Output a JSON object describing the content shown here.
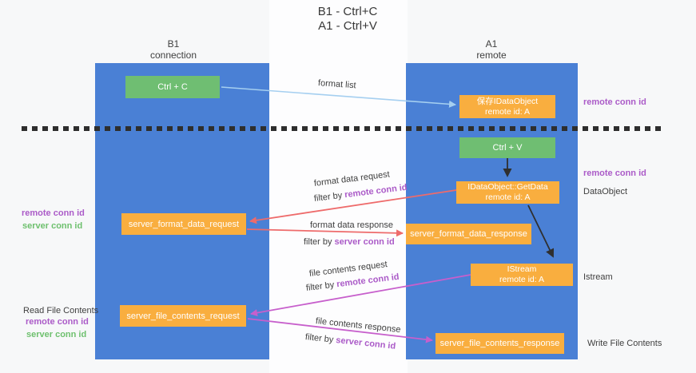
{
  "title": {
    "line1": "B1 - Ctrl+C",
    "line2": "A1 - Ctrl+V"
  },
  "lanes": {
    "left": {
      "name": "B1",
      "role": "connection"
    },
    "right": {
      "name": "A1",
      "role": "remote"
    }
  },
  "boxes": {
    "ctrl_c": {
      "label": "Ctrl + C"
    },
    "ctrl_v": {
      "label": "Ctrl + V"
    },
    "save_dataobject": {
      "line1": "保存IDataObject",
      "line2": "remote id: A"
    },
    "getdata": {
      "line1": "IDataObject::GetData",
      "line2": "remote id: A"
    },
    "istream": {
      "line1": "IStream",
      "line2": "remote id: A"
    },
    "server_format_data_request": {
      "label": "server_format_data_request"
    },
    "server_format_data_response": {
      "label": "server_format_data_response"
    },
    "server_file_contents_request": {
      "label": "server_file_contents_request"
    },
    "server_file_contents_response": {
      "label": "server_file_contents_response"
    }
  },
  "flow_labels": {
    "format_list": "format list",
    "format_data_request": "format data request",
    "format_data_response": "format data response",
    "file_contents_request": "file contents request",
    "file_contents_response": "file contents response",
    "filter_by": "filter by ",
    "remote_conn_id": "remote conn id",
    "server_conn_id": "server conn id"
  },
  "side_labels": {
    "remote_conn_id_top_right": "remote conn id",
    "remote_conn_id_mid_right": "remote conn id",
    "dataobject": "DataObject",
    "istream": "Istream",
    "write_file_contents": "Write File Contents",
    "remote_conn_id_mid_left": "remote conn id",
    "server_conn_id_mid_left": "server conn id",
    "read_file_contents": "Read File Contents",
    "remote_conn_id_bottom_left": "remote conn id",
    "server_conn_id_bottom_left": "server conn id"
  },
  "colors": {
    "lane_blue": "#4A80D5",
    "box_green": "#6FBE72",
    "box_orange": "#F9AE3F",
    "arrow_light_blue": "#A5CFF0",
    "arrow_red": "#EE6B6B",
    "arrow_magenta": "#C75FCC",
    "arrow_black": "#2F2F2F",
    "text_purple": "#AB5BC8",
    "text_green": "#6EC06E",
    "dash_black": "#2E2E2E"
  }
}
